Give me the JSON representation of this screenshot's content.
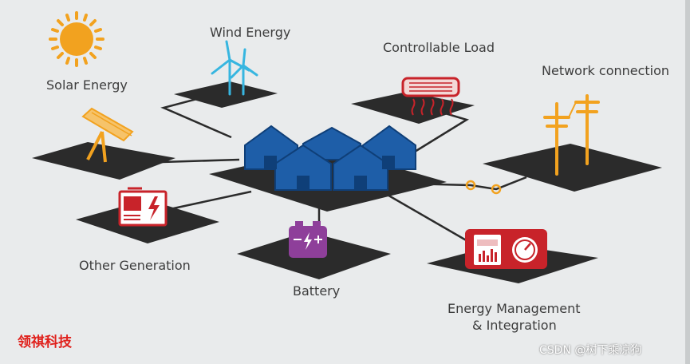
{
  "labels": {
    "solar": "Solar Energy",
    "wind": "Wind Energy",
    "load": "Controllable Load",
    "network": "Network connection",
    "other": "Other Generation",
    "battery": "Battery",
    "ems_line1": "Energy Management",
    "ems_line2": "& Integration"
  },
  "watermarks": {
    "left": "领祺科技",
    "right": "CSDN @树下乘凉狗"
  },
  "colors": {
    "background": "#e9ebec",
    "tile": "#2b2b2b",
    "house": "#1e5ea8",
    "red_device": "#c8232a",
    "battery": "#8e3f9a",
    "orange": "#f2a21f",
    "wind": "#37b6e0"
  }
}
